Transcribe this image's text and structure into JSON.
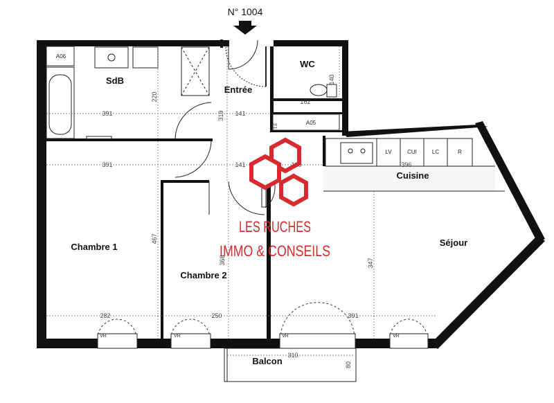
{
  "header": {
    "apartment_number": "N° 1004"
  },
  "rooms": {
    "sdb": "SdB",
    "wc": "WC",
    "entree": "Entrée",
    "cuisine": "Cuisine",
    "chambre1": "Chambre 1",
    "chambre2": "Chambre 2",
    "sejour": "Séjour",
    "balcon": "Balcon"
  },
  "fixtures": {
    "a06": "A06",
    "a05": "A05",
    "lv": "LV",
    "cui": "CUI",
    "lc": "LC",
    "r": "R",
    "te": "T.E",
    "vr": "VR"
  },
  "dimensions": {
    "sdb_width": "391",
    "sdb_height": "220",
    "entree_width_top": "141",
    "entree_height": "319",
    "wc_width": "162",
    "wc_height": "140",
    "ch1_width_mid": "391",
    "entree_width_mid": "141",
    "corr_120": "120",
    "kitchen_width": "396",
    "ch1_height": "467",
    "ch2_height": "368",
    "sejour_height": "347",
    "ch1_width_bottom": "282",
    "ch2_width_bottom": "250",
    "sejour_width_bottom": "391",
    "balcon_width": "310",
    "balcon_depth": "80"
  },
  "watermark": {
    "line1": "LES RUCHES",
    "line2": "IMMO & CONSEILS",
    "color": "#d62a2e"
  },
  "colors": {
    "wall": "#111111",
    "line": "#222222",
    "dim": "#555555"
  }
}
